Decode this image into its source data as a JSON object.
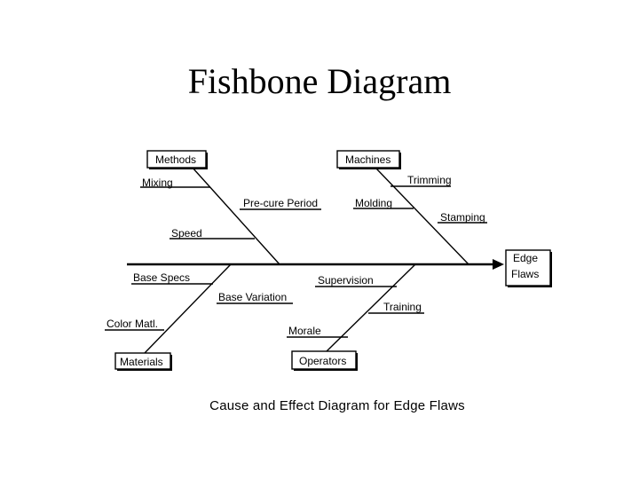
{
  "slide": {
    "title": "Fishbone Diagram",
    "caption": "Cause and Effect Diagram for Edge Flaws"
  },
  "effect": {
    "line1": "Edge",
    "line2": "Flaws"
  },
  "categories": {
    "methods": {
      "label": "Methods",
      "causes": [
        "Mixing",
        "Pre-cure Period",
        "Speed"
      ]
    },
    "machines": {
      "label": "Machines",
      "causes": [
        "Trimming",
        "Molding",
        "Stamping"
      ]
    },
    "materials": {
      "label": "Materials",
      "causes": [
        "Base Specs",
        "Base Variation",
        "Color Matl."
      ]
    },
    "operators": {
      "label": "Operators",
      "causes": [
        "Supervision",
        "Training",
        "Morale"
      ]
    }
  }
}
